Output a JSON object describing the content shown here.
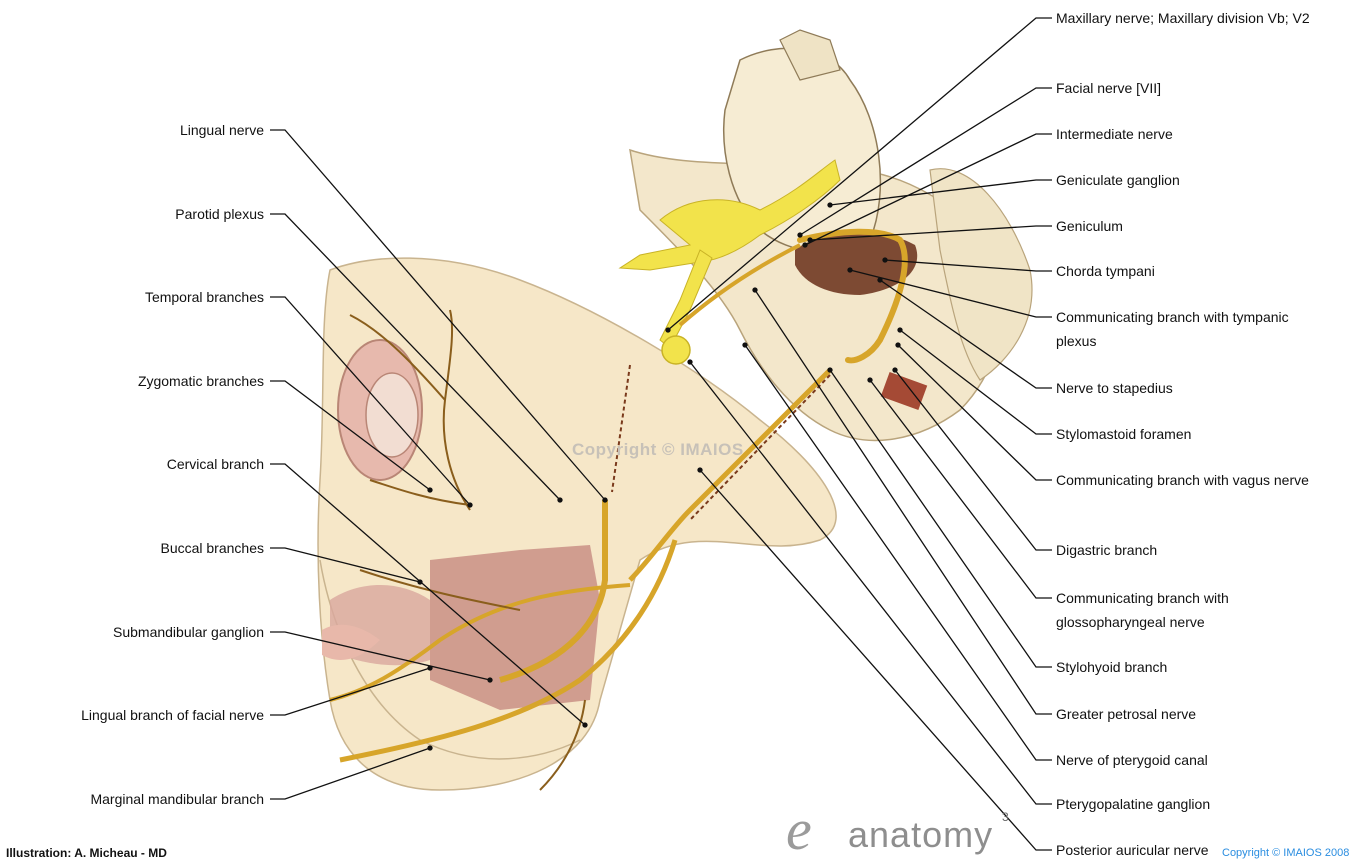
{
  "diagram": {
    "left_labels": [
      {
        "id": "lingual-nerve",
        "text": "Lingual nerve"
      },
      {
        "id": "parotid-plexus",
        "text": "Parotid plexus"
      },
      {
        "id": "temporal-branches",
        "text": "Temporal branches"
      },
      {
        "id": "zygomatic-branches",
        "text": "Zygomatic branches"
      },
      {
        "id": "cervical-branch",
        "text": "Cervical branch"
      },
      {
        "id": "buccal-branches",
        "text": "Buccal branches"
      },
      {
        "id": "submandibular-ganglion",
        "text": "Submandibular ganglion"
      },
      {
        "id": "lingual-branch-facial",
        "text": "Lingual branch of facial nerve"
      },
      {
        "id": "marginal-mandibular",
        "text": "Marginal mandibular branch"
      }
    ],
    "right_labels": [
      {
        "id": "maxillary-nerve",
        "text": "Maxillary nerve; Maxillary division Vb; V2"
      },
      {
        "id": "facial-nerve",
        "text": "Facial nerve [VII]"
      },
      {
        "id": "intermediate-nerve",
        "text": "Intermediate nerve"
      },
      {
        "id": "geniculate-ganglion",
        "text": "Geniculate ganglion"
      },
      {
        "id": "geniculum",
        "text": "Geniculum"
      },
      {
        "id": "chorda-tympani",
        "text": "Chorda tympani"
      },
      {
        "id": "comm-tympanic",
        "text": "Communicating branch with tympanic plexus"
      },
      {
        "id": "nerve-to-stapedius",
        "text": "Nerve to stapedius"
      },
      {
        "id": "stylomastoid-foramen",
        "text": "Stylomastoid foramen"
      },
      {
        "id": "comm-vagus",
        "text": "Communicating branch with vagus nerve"
      },
      {
        "id": "digastric-branch",
        "text": "Digastric branch"
      },
      {
        "id": "comm-glossopharyngeal",
        "text": "Communicating branch with glossopharyngeal nerve"
      },
      {
        "id": "stylohyoid-branch",
        "text": "Stylohyoid branch"
      },
      {
        "id": "greater-petrosal",
        "text": "Greater petrosal nerve"
      },
      {
        "id": "pterygoid-canal",
        "text": "Nerve of pterygoid canal"
      },
      {
        "id": "pterygopalatine-ganglion",
        "text": "Pterygopalatine ganglion"
      },
      {
        "id": "posterior-auricular",
        "text": "Posterior auricular nerve"
      }
    ],
    "watermark": "Copyright © IMAIOS",
    "credit": "Illustration: A. Micheau - MD",
    "brand": "anatomy",
    "brand_mark": "e",
    "brand_sup": "3",
    "copyright_corner": "Copyright © IMAIOS 2008"
  },
  "colors": {
    "nerve": "#d7a52a",
    "nerve_dark": "#7a5418",
    "trigeminal": "#f2e34b",
    "skin": "#f5e6c6",
    "muscle": "#c78b7f",
    "bone": "#f2e8d0",
    "cavity": "#7d4a33"
  }
}
